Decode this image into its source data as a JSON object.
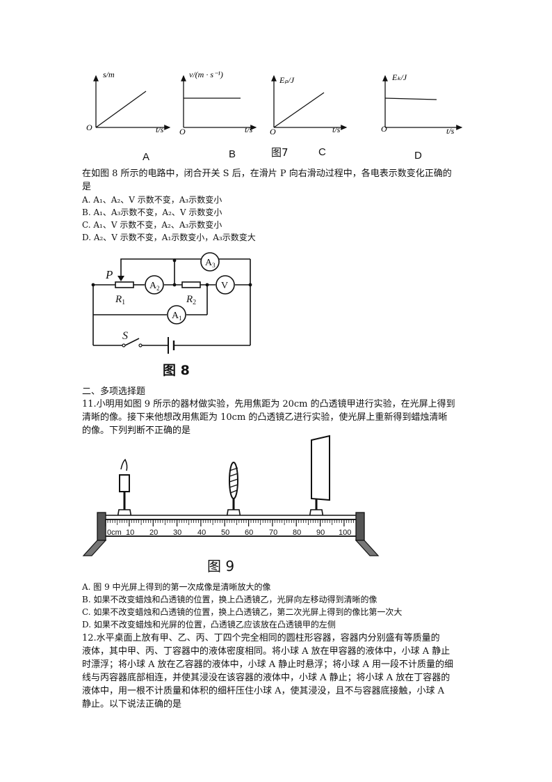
{
  "fig7": {
    "title": "图7",
    "graphs": [
      {
        "letter": "A",
        "y_axis": "s/m",
        "x_axis": "t/s",
        "origin": "O"
      },
      {
        "letter": "B",
        "y_axis": "v/(m · s⁻¹)",
        "x_axis": "t/s",
        "origin": "O"
      },
      {
        "letter": "C",
        "y_axis": "Eₚ/J",
        "x_axis": "t/s",
        "origin": "O"
      },
      {
        "letter": "D",
        "y_axis": "Eₖ/J",
        "x_axis": "t/s",
        "origin": "O"
      }
    ]
  },
  "q10": {
    "stem_line1": "在如图 8 所示的电路中，闭合开关 S 后，在滑片 P 向右滑动过程中，各电表示数变化正确的",
    "stem_line2": "是",
    "options": [
      "A. A₁、A₂、V 示数不变，A₃示数变小",
      "B. A₁、A₃示数不变，A₂、V 示数变小",
      "C. A₁、V 示数不变，A₂、A₃示数变小",
      "D. A₂、V 示数不变，A₁示数变小，A₃示数变大"
    ]
  },
  "fig8": {
    "title": "图 8",
    "labels": {
      "P": "P",
      "R1": "R",
      "R1_sub": "1",
      "R2": "R",
      "R2_sub": "2",
      "A1": "A",
      "A1_sub": "1",
      "A2": "A",
      "A2_sub": "2",
      "A3": "A",
      "A3_sub": "3",
      "V": "V",
      "S": "S"
    }
  },
  "section2": "二、多项选择题",
  "q11": {
    "lines": [
      "11.小明用如图 9 所示的器材做实验，先用焦距为 20cm 的凸透镜甲进行实验，在光屏上得到",
      "清晰的像。接下来他想改用焦距为 10cm 的凸透镜乙进行实验，使光屏上重新得到蜡烛清晰",
      "的像。下列判断不正确的是"
    ],
    "options": [
      "A. 图 9 中光屏上得到的第一次成像是清晰放大的像",
      "B. 如果不改变蜡烛和凸透镜的位置，换上凸透镜乙，光屏向左移动得到清晰的像",
      "C. 如果不改变蜡烛和凸透镜的位置，换上凸透镜乙，第二次光屏上得到的像比第一次大",
      "D. 如果不改变蜡烛和光屏的位置，凸透镜乙应该放在凸透镜甲的左侧"
    ]
  },
  "fig9": {
    "title": "图 9",
    "ticks": [
      "0cm",
      "10",
      "20",
      "30",
      "40",
      "50",
      "60",
      "70",
      "80",
      "90",
      "100"
    ]
  },
  "q12": {
    "lines": [
      "12.水平桌面上放有甲、乙、丙、丁四个完全相同的圆柱形容器，容器内分别盛有等质量的",
      "液体，其中甲、丙、丁容器中的液体密度相同。将小球 A 放在甲容器的液体中，小球 A 静止",
      "时漂浮；将小球 A 放在乙容器的液体中，小球 A 静止时悬浮；将小球 A 用一段不计质量的细",
      "线与丙容器底部相连，并使其浸没在该容器的液体中，小球 A 静止；将小球 A 放在丁容器的",
      "液体中，用一根不计质量和体积的细杆压住小球 A，使其浸没，且不与容器底接触，小球 A",
      "静止。以下说法正确的是"
    ]
  }
}
